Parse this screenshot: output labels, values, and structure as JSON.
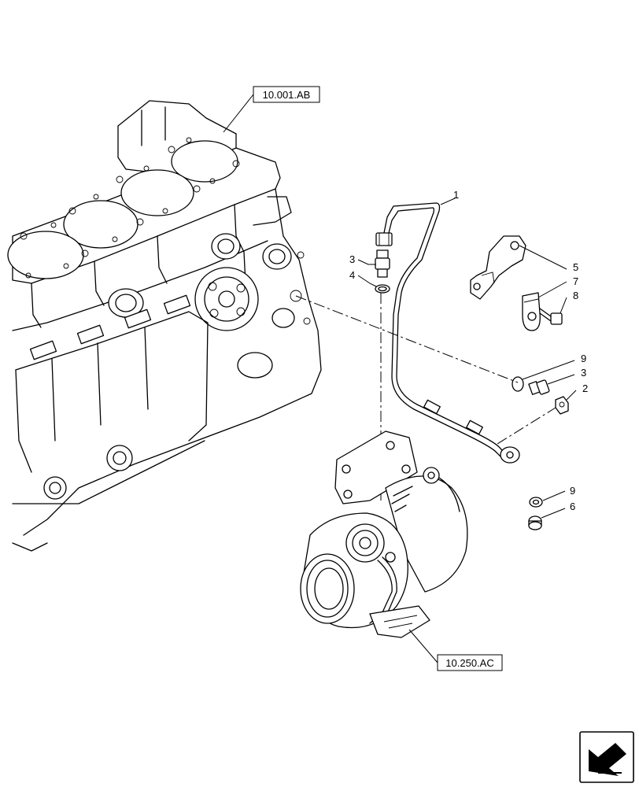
{
  "references": [
    {
      "id": "ref-block",
      "label": "10.001.AB"
    },
    {
      "id": "ref-turbo",
      "label": "10.250.AC"
    }
  ],
  "callouts": [
    "1",
    "3",
    "4",
    "5",
    "7",
    "8",
    "9",
    "3",
    "2",
    "9",
    "6"
  ],
  "nav_icon": "next-page-arrow-icon"
}
